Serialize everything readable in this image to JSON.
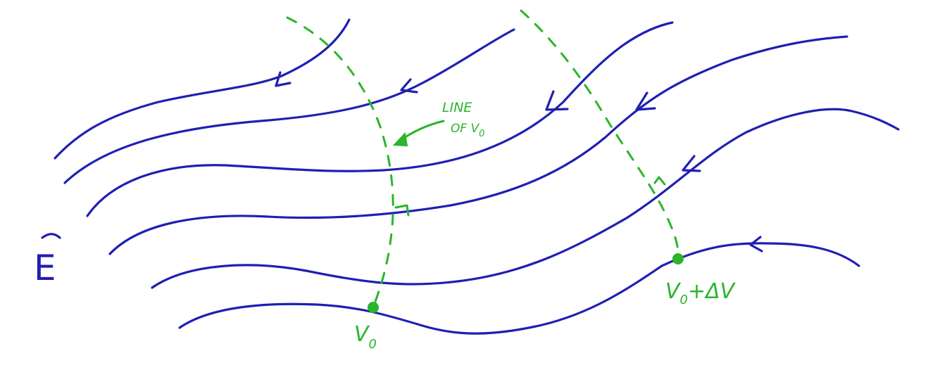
{
  "field": {
    "symbol": "E"
  },
  "labels": {
    "line_of_v0_top": "LINE",
    "line_of_v0_bottom": "OF V",
    "line_of_v0_sub": "0",
    "point_v0": "V",
    "point_v0_sub": "0",
    "point_v0_dv": "V",
    "point_v0_dv_sub": "0",
    "point_v0_dv_rest": "+ΔV"
  },
  "colors": {
    "field_lines": "#1f1fb4",
    "equipotential": "#2ab52a"
  }
}
